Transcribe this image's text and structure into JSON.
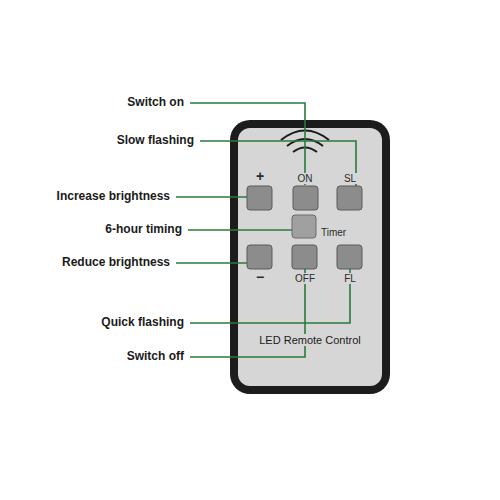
{
  "diagram": {
    "labels": [
      "Switch on",
      "Slow flashing",
      "Increase brightness",
      "6-hour timing",
      "Reduce brightness",
      "Quick flashing",
      "Switch off",
      "+",
      "ON",
      "SL",
      "Timer",
      "−",
      "OFF",
      "FL",
      "LED Remote Control"
    ]
  }
}
